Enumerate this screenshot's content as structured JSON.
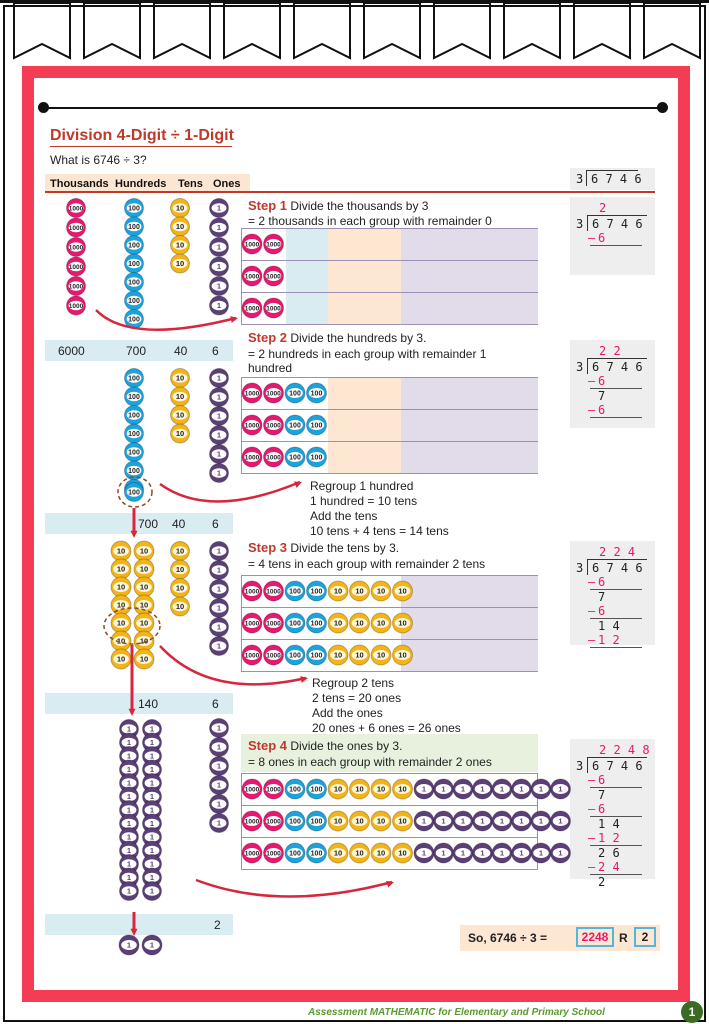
{
  "title": "Division 4-Digit ÷ 1-Digit",
  "question": "What is 6746 ÷ 3?",
  "headers": [
    "Thousands",
    "Hundreds",
    "Tens",
    "Ones"
  ],
  "top_long_division": {
    "divisor": "3",
    "dividend": "6 7 4 6"
  },
  "steps": [
    {
      "label": "Step 1",
      "text": "Divide the thousands by 3",
      "detail": [
        "= 2 thousands in each group with remainder 0"
      ]
    },
    {
      "label": "Step 2",
      "text": "Divide the hundreds by 3.",
      "detail": [
        "= 2 hundreds in each group with remainder 1",
        "hundred"
      ]
    },
    {
      "label": "Step 3",
      "text": "Divide the tens by 3.",
      "detail": [
        "=  4 tens in each group with remainder 2 tens"
      ]
    },
    {
      "label": "Step 4",
      "text": "Divide the ones by 3.",
      "detail": [
        "=  8 ones in each group with remainder 2 ones"
      ]
    }
  ],
  "regroup_1": [
    "Regroup 1 hundred",
    "1 hundred = 10 tens",
    "Add the tens",
    "10 tens + 4 tens = 14 tens"
  ],
  "regroup_2": [
    "Regroup 2 tens",
    "2 tens = 20 ones",
    "Add the ones",
    "20 ones + 6 ones = 26 ones"
  ],
  "value_rows": [
    [
      "6000",
      "700",
      "40",
      "6"
    ],
    [
      "",
      "700",
      "40",
      "6"
    ],
    [
      "",
      "140",
      "",
      "6"
    ],
    [
      "",
      "",
      "",
      "2"
    ]
  ],
  "chip_labels": {
    "thousand": "1000",
    "hundred": "100",
    "ten": "10",
    "one": "1"
  },
  "work_1": {
    "quotient": "2",
    "lines": [
      [
        "3",
        "6 7 4 6"
      ],
      [
        "–",
        "6"
      ]
    ]
  },
  "work_2": {
    "quotient": "2 2",
    "lines": [
      [
        "–",
        "6"
      ],
      [
        "",
        "7"
      ],
      [
        "–",
        "6"
      ]
    ]
  },
  "work_3": {
    "quotient": "2 2 4",
    "lines": [
      [
        "–",
        "6"
      ],
      [
        "",
        "7"
      ],
      [
        "–",
        "6"
      ],
      [
        "",
        "1 4"
      ],
      [
        "–",
        "1 2"
      ]
    ]
  },
  "work_4": {
    "quotient": "2 2 4 8",
    "lines": [
      [
        "–",
        "6"
      ],
      [
        "",
        "7"
      ],
      [
        "–",
        "6"
      ],
      [
        "",
        "1 4"
      ],
      [
        "–",
        "1 2"
      ],
      [
        "",
        "2 6"
      ],
      [
        "–",
        "2 4"
      ],
      [
        "",
        "2"
      ]
    ]
  },
  "answer": {
    "prefix": "So, 6746 ÷  3  =",
    "quotient": "2248",
    "r_label": "R",
    "remainder": "2"
  },
  "footer": "Assessment MATHEMATIC for Elementary and Primary School",
  "page_number": "1",
  "colors": {
    "frame": "#f23d55",
    "thousand": "#e8176f",
    "hundred": "#1aa3dc",
    "ten": "#f2b417",
    "one": "#5b3f77",
    "title": "#c0392b",
    "band": "#d8ecf2"
  }
}
